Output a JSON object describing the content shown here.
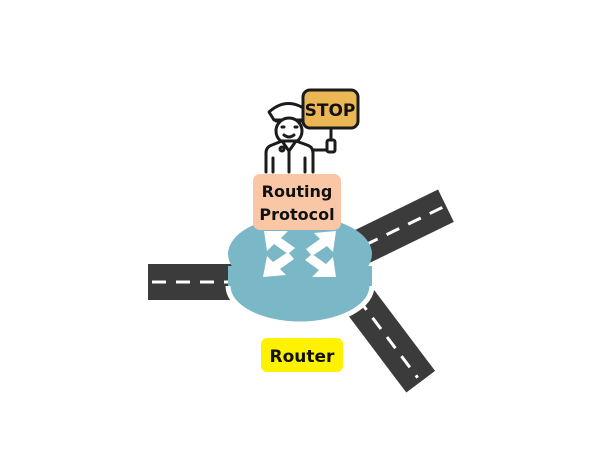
{
  "diagram": {
    "stop_sign": {
      "text": "STOP",
      "color": "#EBB654"
    },
    "protocol_label": {
      "line1": "Routing",
      "line2": "Protocol",
      "color": "#F9C7A6"
    },
    "router_label": {
      "text": "Router",
      "color": "#FFF200"
    },
    "router_color": "#7AB8C8",
    "road_color": "#3B3B3B",
    "road_marking_color": "#FFFFFF",
    "icons": [
      "traffic-police-icon",
      "router-icon",
      "road-icon"
    ]
  }
}
